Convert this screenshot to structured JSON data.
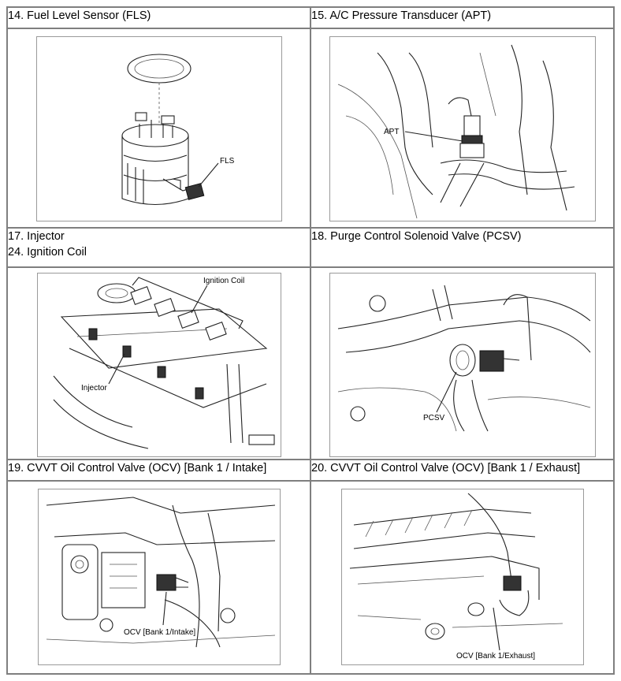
{
  "cells": {
    "c14": {
      "caption": "14. Fuel Level Sensor (FLS)",
      "labels": [
        "FLS"
      ]
    },
    "c15": {
      "caption": "15. A/C Pressure Transducer (APT)",
      "labels": [
        "APT"
      ]
    },
    "c17": {
      "caption_line1": "17. Injector",
      "caption_line2": "24. Ignition Coil",
      "labels": [
        "Ignition Coil",
        "Injector"
      ]
    },
    "c18": {
      "caption": "18. Purge Control Solenoid Valve (PCSV)",
      "labels": [
        "PCSV"
      ]
    },
    "c19": {
      "caption": "19. CVVT Oil Control Valve (OCV) [Bank 1 / Intake]",
      "labels": [
        "OCV [Bank 1/Intake]"
      ]
    },
    "c20": {
      "caption": "20. CVVT Oil Control Valve (OCV) [Bank 1 / Exhaust]",
      "labels": [
        "OCV [Bank 1/Exhaust]"
      ]
    }
  }
}
